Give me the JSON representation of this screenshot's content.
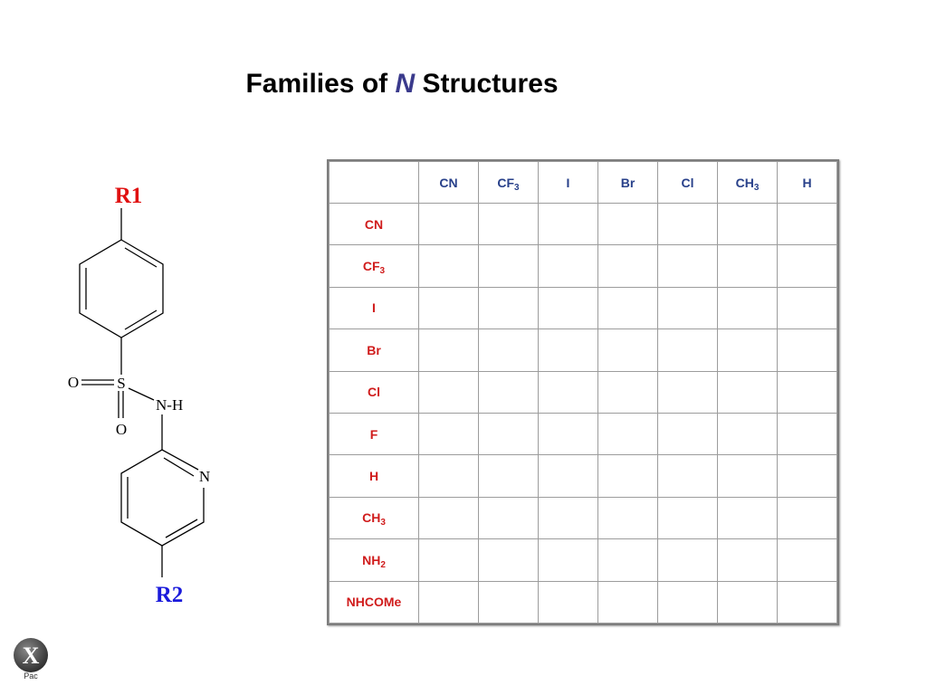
{
  "slide": {
    "title_part1": "Families of",
    "title_italic": "N",
    "title_part2": "Structures"
  },
  "structure": {
    "r1_label": "R1",
    "r2_label": "R2",
    "atom_s": "S",
    "atom_o_left": "O",
    "atom_o_bottom": "O",
    "atom_nh": "N-H",
    "atom_n_ring": "N",
    "colors": {
      "r1": "#e01010",
      "r2": "#1a1adb",
      "bonds": "#000000"
    }
  },
  "grid": {
    "columns": [
      {
        "base": "CN",
        "sub": ""
      },
      {
        "base": "CF",
        "sub": "3"
      },
      {
        "base": "I",
        "sub": ""
      },
      {
        "base": "Br",
        "sub": ""
      },
      {
        "base": "Cl",
        "sub": ""
      },
      {
        "base": "CH",
        "sub": "3"
      },
      {
        "base": "H",
        "sub": ""
      }
    ],
    "rows": [
      {
        "base": "CN",
        "sub": ""
      },
      {
        "base": "CF",
        "sub": "3"
      },
      {
        "base": "I",
        "sub": ""
      },
      {
        "base": "Br",
        "sub": ""
      },
      {
        "base": "Cl",
        "sub": ""
      },
      {
        "base": "F",
        "sub": ""
      },
      {
        "base": "H",
        "sub": ""
      },
      {
        "base": "CH",
        "sub": "3"
      },
      {
        "base": "NH",
        "sub": "2"
      },
      {
        "base": "NHCOMe",
        "sub": ""
      }
    ],
    "colors": {
      "column_header": "#28408a",
      "row_header": "#d01c1c",
      "border": "#9c9c9c"
    }
  },
  "logo": {
    "letter": "X",
    "caption": "Pac"
  }
}
